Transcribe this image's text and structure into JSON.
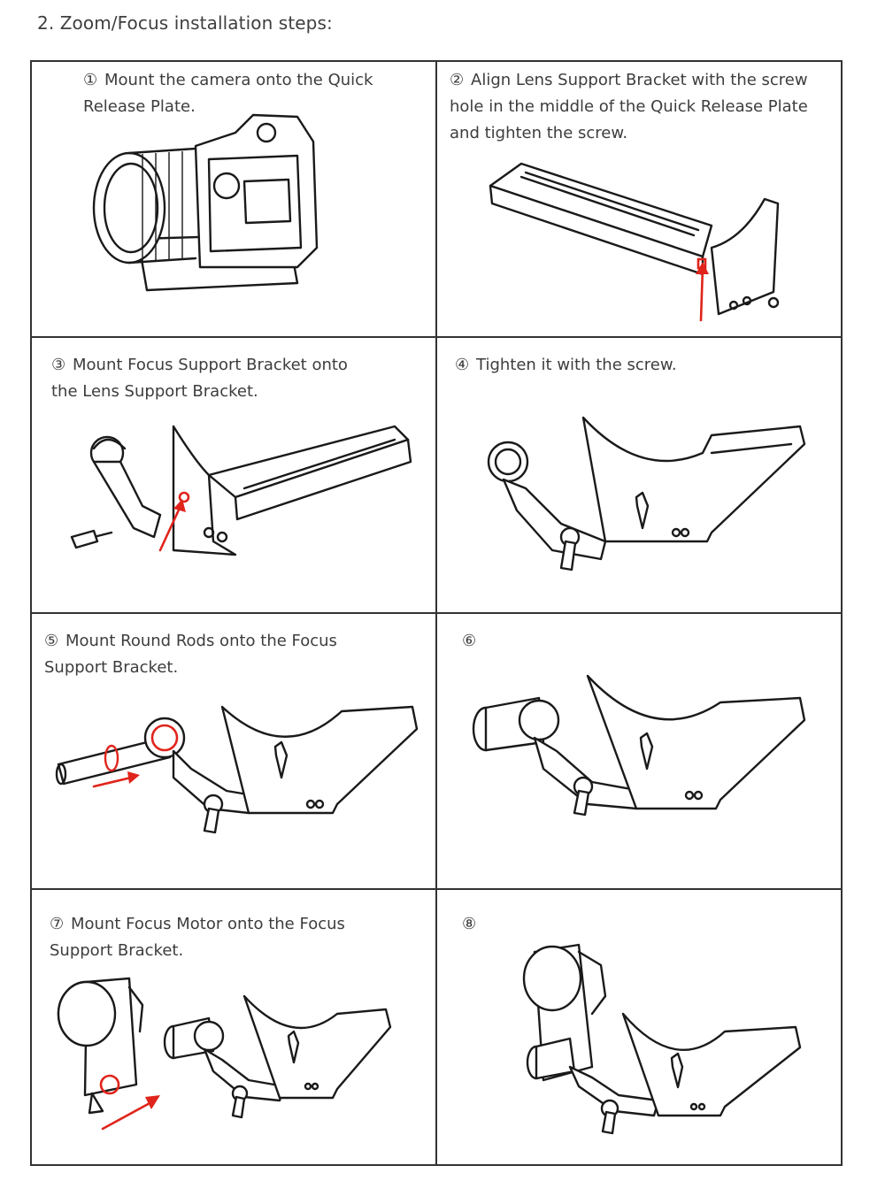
{
  "heading": "2. Zoom/Focus installation steps:",
  "steps": [
    {
      "marker": "①",
      "text": "Mount the camera onto the Quick\nRelease Plate."
    },
    {
      "marker": "②",
      "text": "Align Lens Support Bracket with the screw\nhole in the middle of the Quick Release Plate\nand tighten the screw."
    },
    {
      "marker": "③",
      "text": "Mount Focus Support Bracket onto\nthe Lens Support Bracket."
    },
    {
      "marker": "④",
      "text": "Tighten it with the screw."
    },
    {
      "marker": "⑤",
      "text": "Mount Round Rods onto the Focus\nSupport Bracket."
    },
    {
      "marker": "⑥",
      "text": ""
    },
    {
      "marker": "⑦",
      "text": "Mount Focus Motor onto the Focus\nSupport Bracket."
    },
    {
      "marker": "⑧",
      "text": ""
    }
  ],
  "colors": {
    "line": "#333333",
    "highlight": "#e0241b"
  }
}
